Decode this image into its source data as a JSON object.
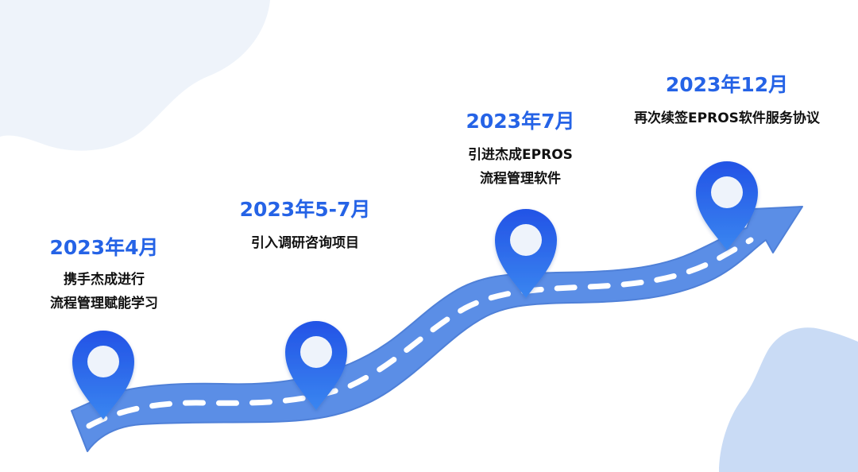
{
  "colors": {
    "date_blue": "#2563e6",
    "road": "#5b8ee6",
    "road_edge": "#4f80d8",
    "pin_top": "#2353e6",
    "pin_bottom": "#3a86f0",
    "pin_center": "#eef3fb",
    "blob": "#eef3fa",
    "blob_corner": "#c9dbf5"
  },
  "icons": {
    "pin": "map-pin-icon",
    "road": "road-arrow"
  },
  "milestones": [
    {
      "date": "2023年4月",
      "lines": [
        "携手杰成进行",
        "流程管理赋能学习"
      ]
    },
    {
      "date": "2023年5-7月",
      "lines": [
        "引入调研咨询项目"
      ]
    },
    {
      "date": "2023年7月",
      "lines": [
        "引进杰成EPROS",
        "流程管理软件"
      ]
    },
    {
      "date": "2023年12月",
      "lines": [
        "再次续签EPROS软件服务协议"
      ]
    }
  ]
}
